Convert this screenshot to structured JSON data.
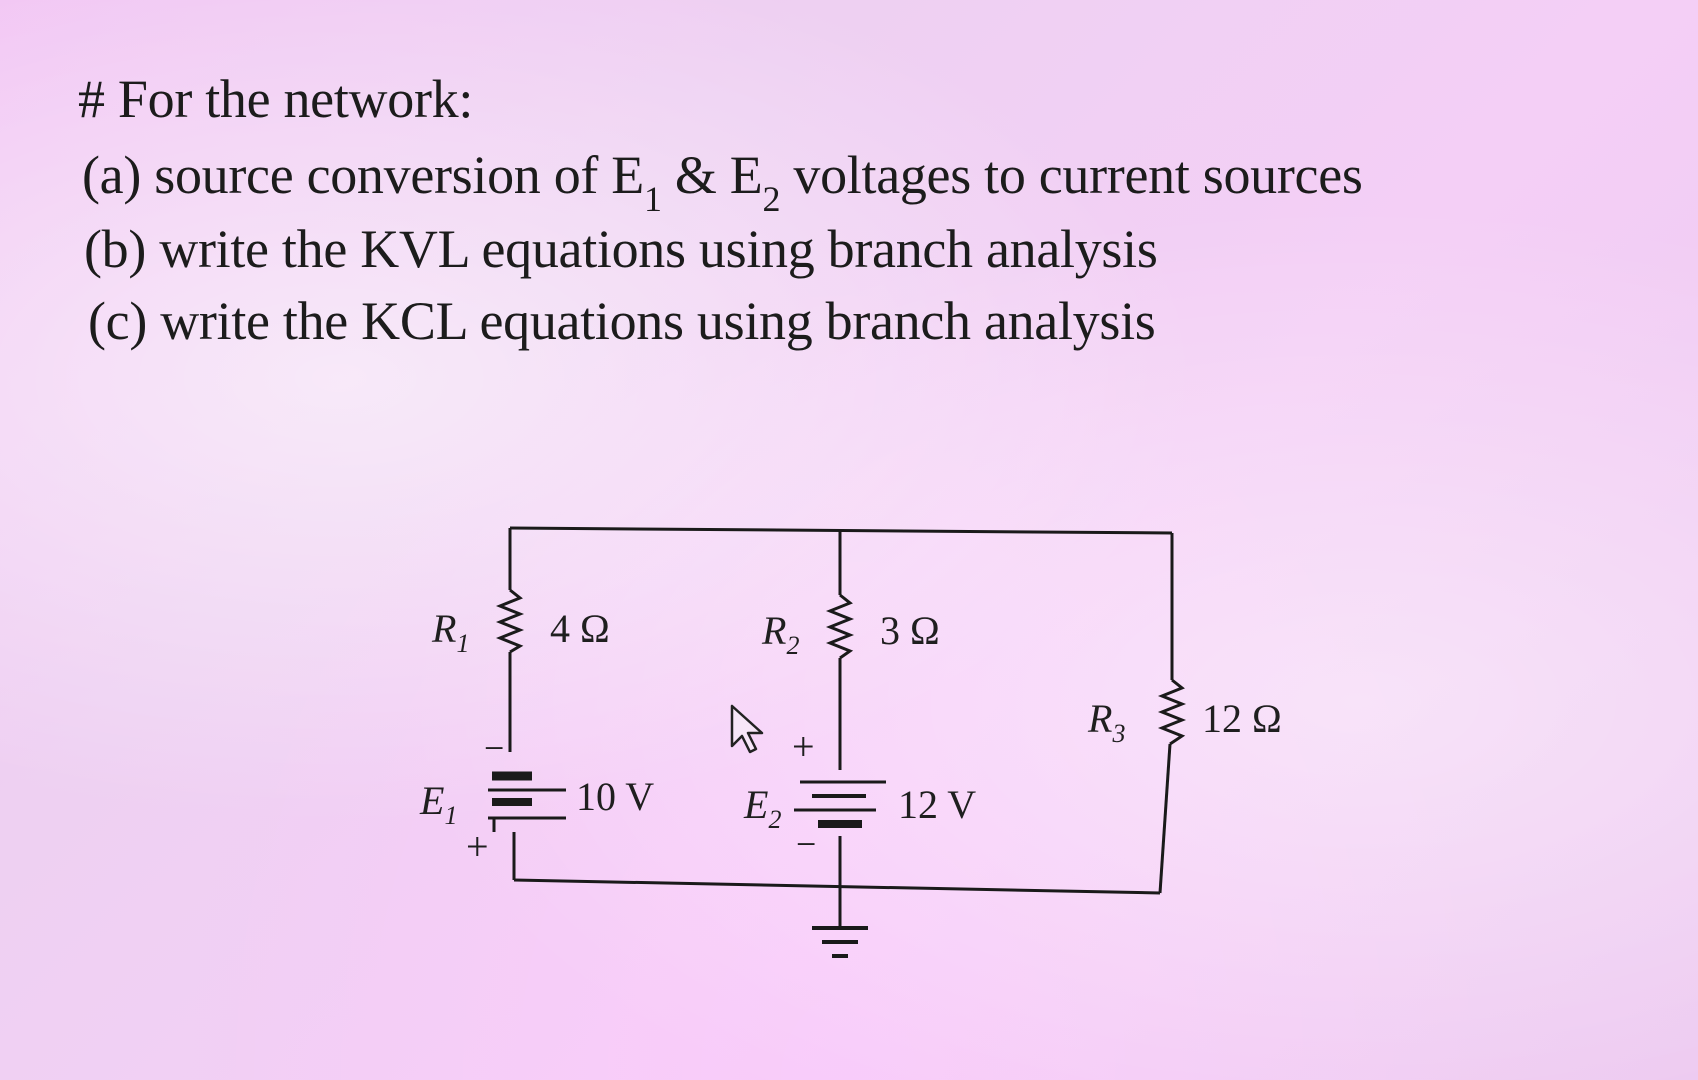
{
  "problem": {
    "heading": "# For the network:",
    "part_a": {
      "prefix": "(a) source conversion of  E",
      "sub1": "1",
      "mid": " & E",
      "sub2": "2",
      "suffix": " voltages to current sources"
    },
    "part_b": "(b) write the KVL equations  using branch analysis",
    "part_c": "(c) write the KCL equations  using branch analysis"
  },
  "circuit": {
    "R1": {
      "symbol": "R",
      "sub": "1",
      "value": "4 Ω"
    },
    "R2": {
      "symbol": "R",
      "sub": "2",
      "value": "3 Ω"
    },
    "R3": {
      "symbol": "R",
      "sub": "3",
      "value": "12 Ω"
    },
    "E1": {
      "symbol": "E",
      "sub": "1",
      "value": "10 V",
      "top_sign": "−",
      "bottom_sign": "+"
    },
    "E2": {
      "symbol": "E",
      "sub": "2",
      "value": "12 V",
      "top_sign": "+",
      "bottom_sign": "−"
    }
  }
}
